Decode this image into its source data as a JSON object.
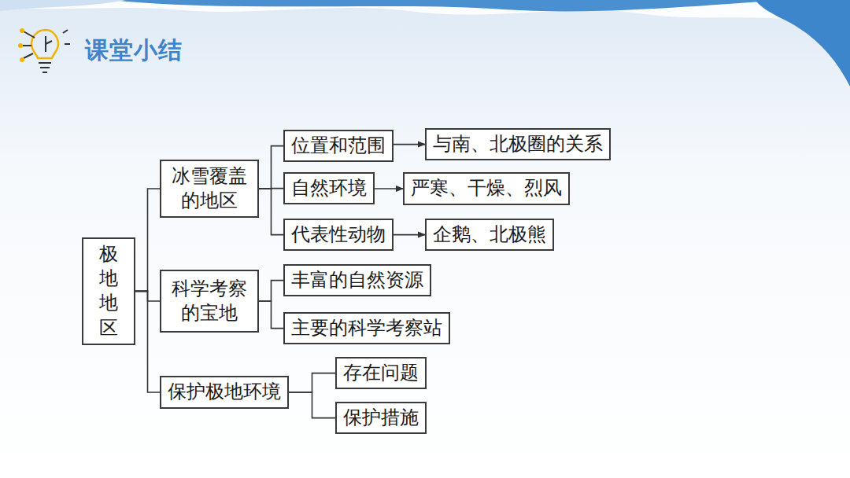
{
  "diagram": {
    "title": "课堂小结",
    "nodes": [
      {
        "text": [
          "极地地区"
        ]
      },
      {
        "text": [
          "冰雪覆盖的地区"
        ]
      },
      {
        "text": [
          "位置和范围"
        ]
      },
      {
        "text": [
          "与南、北极圈的关系"
        ]
      },
      {
        "text": [
          "自然环境"
        ]
      },
      {
        "text": [
          "严寒、干燥、烈风"
        ]
      },
      {
        "text": [
          "代表性动物"
        ]
      },
      {
        "text": [
          "企鹅、北极熊"
        ]
      },
      {
        "text": [
          "科学考察的宝地"
        ]
      },
      {
        "text": [
          "丰富的自然资源"
        ]
      },
      {
        "text": [
          "主要的科学考察站"
        ]
      },
      {
        "text": [
          "保护极地环境"
        ]
      },
      {
        "text": [
          "存在问题"
        ]
      },
      {
        "text": [
          "保护措施"
        ]
      }
    ],
    "edges": [
      {
        "from": 0,
        "to": 1,
        "arrow": "none"
      },
      {
        "from": 0,
        "to": 8,
        "arrow": "none"
      },
      {
        "from": 0,
        "to": 11,
        "arrow": "none"
      },
      {
        "from": 1,
        "to": 2,
        "arrow": "none"
      },
      {
        "from": 1,
        "to": 4,
        "arrow": "none"
      },
      {
        "from": 1,
        "to": 6,
        "arrow": "none"
      },
      {
        "from": 2,
        "to": 3,
        "arrow": "to"
      },
      {
        "from": 4,
        "to": 5,
        "arrow": "to"
      },
      {
        "from": 6,
        "to": 7,
        "arrow": "to"
      },
      {
        "from": 8,
        "to": 9,
        "arrow": "none"
      },
      {
        "from": 8,
        "to": 10,
        "arrow": "none"
      },
      {
        "from": 11,
        "to": 12,
        "arrow": "none"
      },
      {
        "from": 11,
        "to": 13,
        "arrow": "none"
      }
    ]
  }
}
